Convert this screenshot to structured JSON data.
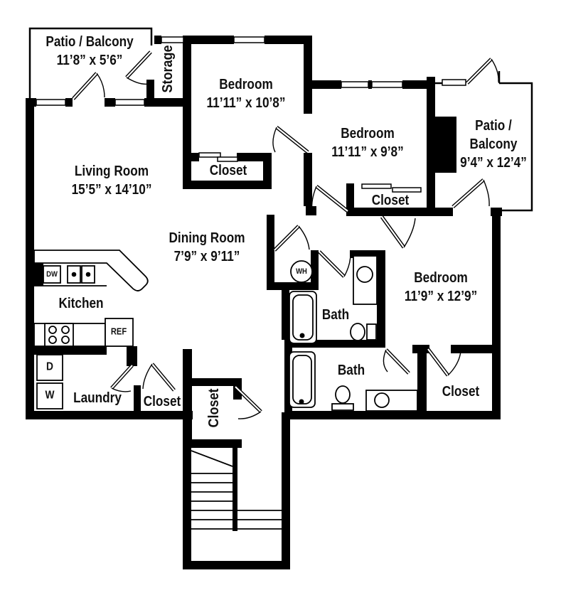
{
  "plan": {
    "rooms": {
      "patio_top_left": {
        "name": "Patio / Balcony",
        "dims": "11’8” x 5’6”"
      },
      "storage": {
        "name": "Storage"
      },
      "bedroom_top": {
        "name": "Bedroom",
        "dims": "11’11” x 10’8”"
      },
      "closet_bedroom_top": {
        "name": "Closet"
      },
      "bedroom_middle": {
        "name": "Bedroom",
        "dims": "11’11” x 9’8”"
      },
      "closet_bedroom_middle": {
        "name": "Closet"
      },
      "patio_right": {
        "name_line1": "Patio /",
        "name_line2": "Balcony",
        "dims": "9’4” x 12’4”"
      },
      "living_room": {
        "name": "Living Room",
        "dims": "15’5” x 14’10”"
      },
      "dining_room": {
        "name": "Dining Room",
        "dims": "7’9” x 9’11”"
      },
      "kitchen": {
        "name": "Kitchen"
      },
      "laundry": {
        "name": "Laundry"
      },
      "closet_laundry": {
        "name": "Closet"
      },
      "closet_hall": {
        "name": "Closet"
      },
      "bedroom_right": {
        "name": "Bedroom",
        "dims": "11’9” x 12’9”"
      },
      "bath_upper": {
        "name": "Bath"
      },
      "bath_lower": {
        "name": "Bath"
      },
      "closet_bedroom_right": {
        "name": "Closet"
      }
    },
    "appliances": {
      "dishwasher": "DW",
      "refrigerator": "REF",
      "dryer": "D",
      "washer": "W",
      "water_heater": "WH"
    },
    "colors": {
      "wall": "#000000",
      "background": "#ffffff"
    }
  }
}
